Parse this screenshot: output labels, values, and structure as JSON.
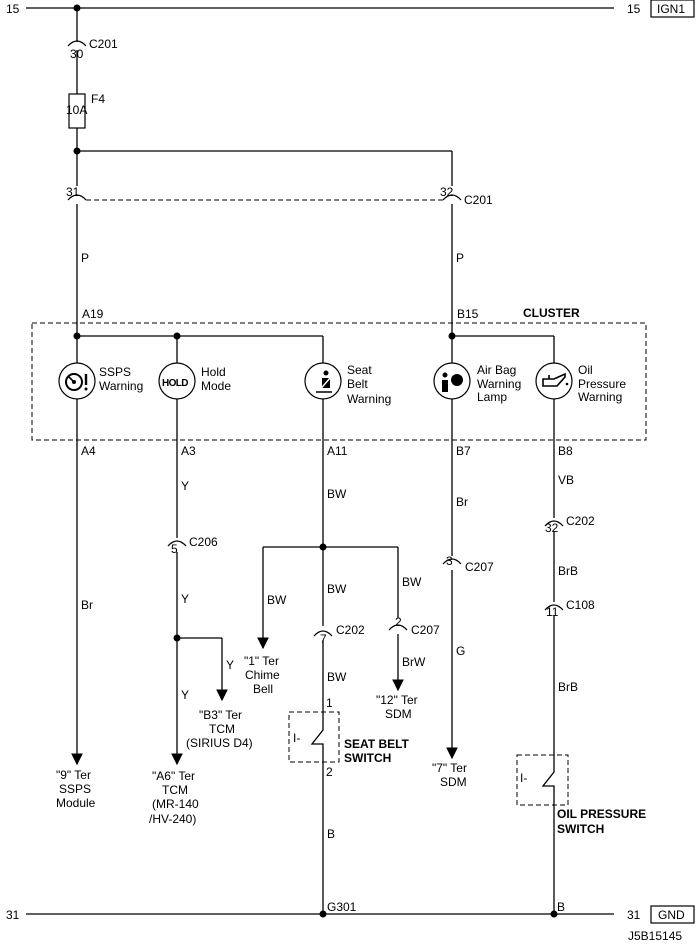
{
  "rails": {
    "top_left": "15",
    "top_right": "15",
    "top_tag": "IGN1",
    "bottom_left": "31",
    "bottom_right": "31",
    "bottom_tag": "GND"
  },
  "connectors": {
    "c201_top": {
      "pin": "30",
      "name": "C201"
    },
    "c201_left": {
      "pin": "31"
    },
    "c201_right": {
      "pin": "32",
      "name": "C201"
    },
    "c206": {
      "pin": "5",
      "name": "C206"
    },
    "c202_belt": {
      "pin": "7",
      "name": "C202"
    },
    "c207_sdm": {
      "pin": "2",
      "name": "C207"
    },
    "c207_g": {
      "pin": "3",
      "name": "C207"
    },
    "c202_oil": {
      "pin": "32",
      "name": "C202"
    },
    "c108": {
      "pin": "11",
      "name": "C108"
    }
  },
  "fuse": {
    "name": "F4",
    "rating": "10A"
  },
  "cluster": {
    "title": "CLUSTER",
    "pins": {
      "a19": "A19",
      "b15": "B15",
      "a4": "A4",
      "a3": "A3",
      "a11": "A11",
      "b7": "B7",
      "b8": "B8"
    },
    "indicators": {
      "ssps": [
        "SSPS",
        "Warning"
      ],
      "hold": {
        "icon_text": "HOLD",
        "label": [
          "Hold",
          "Mode"
        ]
      },
      "seatbelt": [
        "Seat",
        "Belt",
        "Warning"
      ],
      "airbag": [
        "Air Bag",
        "Warning",
        "Lamp"
      ],
      "oil": [
        "Oil",
        "Pressure",
        "Warning"
      ]
    }
  },
  "wire_colors": {
    "p_left": "P",
    "p_right": "P",
    "br_left": "Br",
    "y_1": "Y",
    "y_2": "Y",
    "y_3": "Y",
    "y_4": "Y",
    "bw_main": "BW",
    "bw_left": "BW",
    "bw_mid": "BW",
    "bw_right": "BW",
    "bw_low": "BW",
    "brw": "BrW",
    "br_b7": "Br",
    "g": "G",
    "vb": "VB",
    "brb_1": "BrB",
    "brb_2": "BrB",
    "b_belt": "B",
    "b_oil": "B"
  },
  "terminals": {
    "ssps_module": [
      "\"9\" Ter",
      "SSPS",
      "Module"
    ],
    "tcm_a6": [
      "\"A6\" Ter",
      "TCM",
      "(MR-140",
      "/HV-240)"
    ],
    "tcm_b3": [
      "\"B3\" Ter",
      "TCM",
      "(SIRIUS D4)"
    ],
    "chime": [
      "\"1\" Ter",
      "Chime",
      "Bell"
    ],
    "sdm_12": [
      "\"12\" Ter",
      "SDM"
    ],
    "sdm_7": [
      "\"7\" Ter",
      "SDM"
    ]
  },
  "switches": {
    "seat_belt": {
      "title": [
        "SEAT BELT",
        "SWITCH"
      ],
      "pin_top": "1",
      "pin_bottom": "2",
      "symbol": "I-"
    },
    "oil_pressure": {
      "title": [
        "OIL PRESSURE",
        "SWITCH"
      ],
      "symbol": "I-"
    }
  },
  "ground": {
    "name": "G301",
    "b_label": "B"
  },
  "figure_id": "J5B15145"
}
